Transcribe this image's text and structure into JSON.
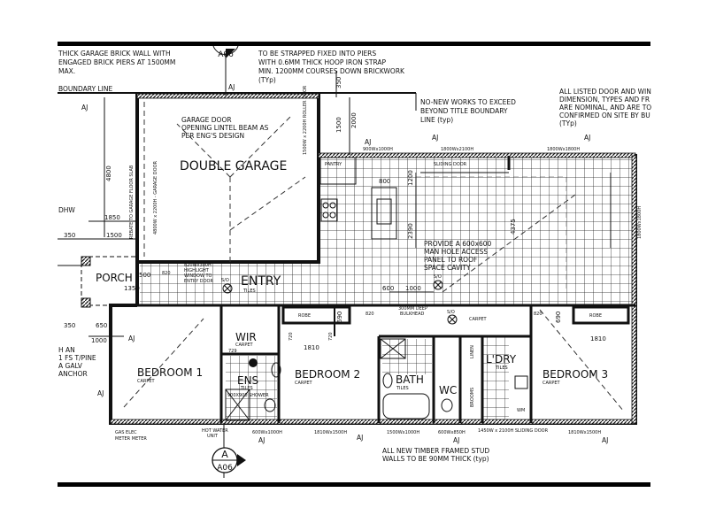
{
  "notes": {
    "garage_wall": [
      "THICK GARAGE BRICK WALL WITH",
      "ENGAGED BRICK PIERS AT 1500MM",
      "MAX."
    ],
    "strapped": [
      "TO BE STRAPPED FIXED INTO PIERS",
      "WITH 0.6MM THICK HOOP IRON STRAP",
      "MIN. 1200MM COURSES DOWN BRICKWORK",
      "(TYp)"
    ],
    "boundary": "BOUNDARY LINE",
    "no_new_works": [
      "NO-NEW WORKS TO EXCEED",
      "BEYOND TITLE BOUNDARY",
      "LINE (typ)"
    ],
    "listed_door": [
      "ALL LISTED DOOR AND WIN",
      "DIMENSION, TYPES AND FR",
      "ARE NOMINAL, AND ARE TO",
      "CONFIRMED ON SITE BY BU",
      "(TYp)"
    ],
    "garage_door": [
      "GARAGE DOOR",
      "OPENING LINTEL BEAM AS",
      "PER ENG'S DESIGN"
    ],
    "manhole": [
      "PROVIDE A 600x600",
      "MAN HOLE ACCESS",
      "PANEL TO ROOF",
      "SPACE CAVITY"
    ],
    "highlight": [
      "820Wx300H",
      "HIGHLIGHT",
      "WINDOW TO",
      "ENTRY DOOR"
    ],
    "stud_walls": [
      "ALL NEW TIMBER FRAMED STUD",
      "WALLS TO BE 90MM THICK (typ)"
    ],
    "left_note": [
      "H AN",
      "1 FS T/PINE",
      "A GALV",
      "ANCHOR"
    ],
    "dhw": "DHW",
    "gas_elec": [
      "GAS  ELEC",
      "METER METER"
    ],
    "hot_water": [
      "HOT WATER",
      "UNIT"
    ],
    "bulkhead": [
      "300MM DEEP",
      "BULKHEAD"
    ],
    "rebate": "REBATE TO GARAGE FLOOR SLAB",
    "garage_door_size": "4800W x 2200H - GARAGE DOOR",
    "roller_door": "1500W x 2200H ROLLER DOOR",
    "sliding_door": "SLIDING DOOR"
  },
  "section_marker": {
    "letter": "A",
    "sheet": "A06"
  },
  "aj_tag": "AJ",
  "rooms": {
    "garage": "DOUBLE GARAGE",
    "porch": "PORCH",
    "entry": "ENTRY",
    "pantry": "PANTRY",
    "bedroom1": "BEDROOM 1",
    "bedroom2": "BEDROOM 2",
    "bedroom3": "BEDROOM 3",
    "wir": "WIR",
    "ens": "ENS",
    "bath": "BATH",
    "wc": "WC",
    "laundry": "L'DRY",
    "robe": "ROBE",
    "linen": "LINEN",
    "brooms": "BROOMS",
    "shower": "900X900 SHOWER",
    "wm": "WM"
  },
  "finishes": {
    "carpet": "CARPET",
    "tiles": "TILES",
    "so": "S/O"
  },
  "dimensions": {
    "d4800": "4800",
    "d1850": "1850",
    "d1500": "1500",
    "d350": "350",
    "d650": "650",
    "d1000": "1000",
    "d1350": "1350",
    "d500": "500",
    "d820": "820",
    "d600": "600",
    "d2390": "2390",
    "d4375": "4375",
    "d800": "800",
    "d1200": "1200",
    "d2000": "2000",
    "d690": "690",
    "d1810": "1810",
    "d720": "720",
    "d729": "729",
    "d350b": "350",
    "d1500b": "1500"
  },
  "windows": {
    "w1": "900Wx1000H",
    "w2": "1800Wx2100H",
    "w3": "1800Wx1800H",
    "w4": "600Wx1000H",
    "w5": "1810Wx1500H",
    "w6": "1500Wx1000H",
    "w7": "600Wx850H",
    "w8": "1450W x 2100H SLIDING DOOR",
    "w9": "1810Wx1500H",
    "w10": "1800Wx1800H"
  }
}
